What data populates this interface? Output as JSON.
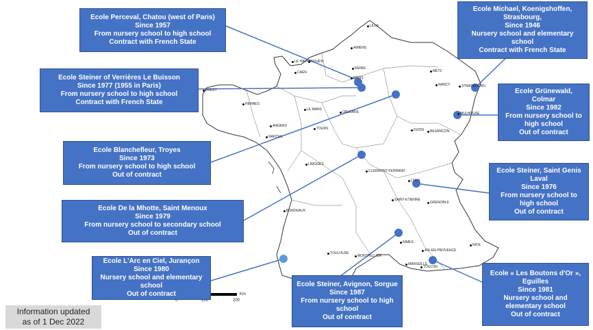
{
  "colors": {
    "box": "#4472c4",
    "dot": "#4472c4",
    "dot_light": "#5b9bd5",
    "line": "#4472c4"
  },
  "schools": [
    {
      "lines": [
        "Ecole Perceval, Chatou (west of Paris)",
        "Since 1957",
        "From nursery school to high school",
        "Contract with French State"
      ]
    },
    {
      "lines": [
        "Ecole Michael, Koenigshoffen,",
        "Strasbourg,",
        "Since 1946",
        "Nursery school and elementary",
        "school",
        "Contract with French State"
      ]
    },
    {
      "lines": [
        "Ecole Steiner of Verrières Le Buisson",
        "Since 1977 (1955 in Paris)",
        "From nursery school to high school",
        "Contract with French State"
      ]
    },
    {
      "lines": [
        "Ecole Grünewald,",
        "Colmar",
        "Since 1982",
        "From nursery school to",
        "high school",
        "Out of contract"
      ]
    },
    {
      "lines": [
        "Ecole Blanchefleur, Troyes",
        "Since 1973",
        "From nursery school to high school",
        "Out of contract"
      ]
    },
    {
      "lines": [
        "Ecole Steiner, Saint Genis",
        "Laval",
        "Since 1976",
        "From nursery school to",
        "high school",
        "Out of contract"
      ]
    },
    {
      "lines": [
        "Ecole De la Mhotte, Saint Menoux",
        "Since 1979",
        "From nursery school to secondary school",
        "Out of contract"
      ]
    },
    {
      "lines": [
        "Ecole L'Arc en Ciel, Jurançon",
        "Since 1980",
        "Nursery school and elementary school",
        "Out of contract"
      ]
    },
    {
      "lines": [
        "Ecole Steiner, Avignon, Sorgue",
        "Since 1987",
        "From nursery school to high",
        "school",
        "Out of contract"
      ]
    },
    {
      "lines": [
        "Ecole « Les Boutons d'Or »,",
        "Eguilles",
        "Since 1981",
        "Nursery school and",
        "elementary school",
        "Out of contract"
      ]
    }
  ],
  "cities": [
    "LILLE",
    "AMIENS",
    "LE HAVRE",
    "ROUEN",
    "CAEN",
    "REIMS",
    "METZ",
    "PARIS",
    "NANCY",
    "STRASBOURG",
    "BREST",
    "RENNES",
    "LE MANS",
    "ORLEANS",
    "MULHOUSE",
    "ANGERS",
    "TOURS",
    "DIJON",
    "BESANCON",
    "NANTES",
    "LIMOGES",
    "CLERMONT-FERRAND",
    "LYON",
    "SAINT-ETIENNE",
    "GRENOBLE",
    "BORDEAUX",
    "NIMES",
    "AIX-EN-PROVENCE",
    "NICE",
    "TOULOUSE",
    "MONTPELLIER",
    "MARSEILLE",
    "TOULON"
  ],
  "scale": {
    "ticks": [
      "0",
      "100",
      "200"
    ],
    "unit": "Km"
  },
  "footer": {
    "line1": "Information updated",
    "line2": "as of 1 Dec 2022"
  }
}
